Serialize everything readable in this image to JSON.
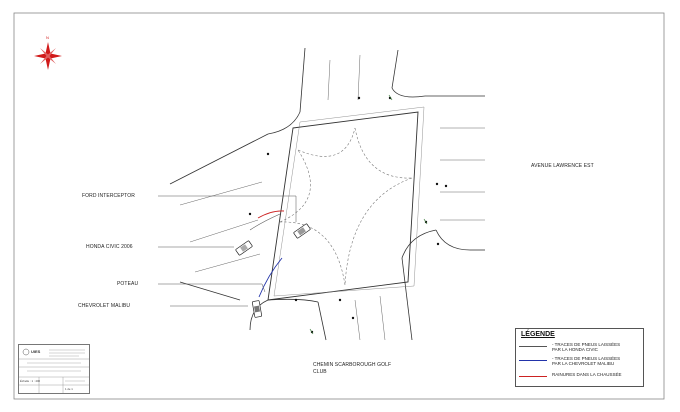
{
  "compass": {
    "north_letter": "N",
    "icon": "compass-rose-icon",
    "color": "#d11a1a"
  },
  "labels": {
    "ford_interceptor": "FORD INTERCEPTOR",
    "honda_civic": "HONDA CIVIC 2006",
    "poteau": "POTEAU",
    "chevrolet_malibu": "CHEVROLET MALIBU",
    "avenue": "AVENUE LAWRENCE EST",
    "chemin_line1": "CHEMIN SCARBOROUGH GOLF",
    "chemin_line2": "CLUB"
  },
  "legend": {
    "title": "LÉGENDE",
    "items": [
      {
        "text": "-  TRACES DE PNEUS LAISSÉES\nPAR LA HONDA CIVIC",
        "color": "#555555"
      },
      {
        "text": "-  TRACES DE PNEUS LAISSÉES\nPAR LA CHEVROLET MALIBU",
        "color": "#2233aa"
      },
      {
        "text": "RAINURES DANS LA CHAUSSÉE",
        "color": "#cc2222"
      }
    ]
  },
  "title_block": {
    "logo": "UIES",
    "scale": "Échelle : 1 : 400",
    "sheet": "1  de  1"
  },
  "colors": {
    "honda_marks": "#555555",
    "malibu_marks": "#2233aa",
    "gouges": "#cc2222"
  }
}
